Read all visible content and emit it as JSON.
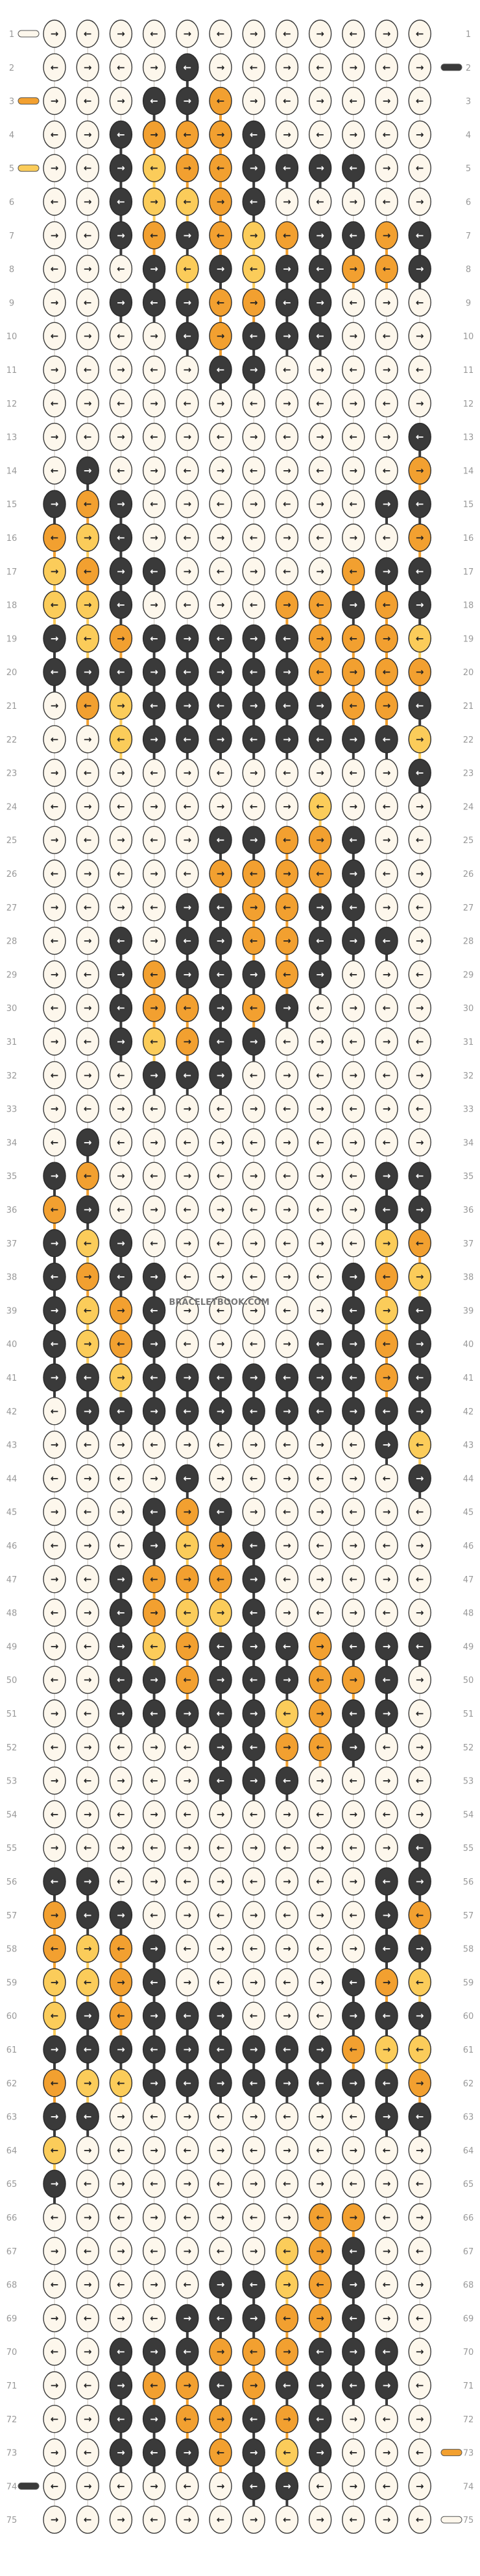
{
  "pattern": {
    "watermark": "BRACELETBOOK.COM",
    "row_count": 75,
    "knot_columns": 12,
    "colors": {
      "A": "#FDF7EC",
      "B": "#3A3A3A",
      "C": "#F2A030",
      "D": "#FBCC5A"
    },
    "strands_left": [
      "A",
      "A",
      "C",
      "A",
      "D",
      "A",
      "A",
      "A",
      "A",
      "A",
      "A",
      "A",
      "A",
      "A",
      "A",
      "A",
      "A",
      "A",
      "A",
      "A",
      "A",
      "A",
      "A",
      "A",
      "B"
    ],
    "strands_right": [
      "A",
      "B",
      "A",
      "A",
      "A",
      "A",
      "A",
      "A",
      "A",
      "A",
      "A",
      "A",
      "A",
      "A",
      "A",
      "A",
      "A",
      "A",
      "A",
      "A",
      "A",
      "A",
      "A",
      "A",
      "C"
    ],
    "row_labels": [
      "1",
      "2",
      "3",
      "4",
      "5",
      "6",
      "7",
      "8",
      "9",
      "10",
      "11",
      "12",
      "13",
      "14",
      "15",
      "16",
      "17",
      "18",
      "19",
      "20",
      "21",
      "22",
      "23",
      "24",
      "25",
      "26",
      "27",
      "28",
      "29",
      "30",
      "31",
      "32",
      "33",
      "34",
      "35",
      "36",
      "37",
      "38",
      "39",
      "40",
      "41",
      "42",
      "43",
      "44",
      "45",
      "46",
      "47",
      "48",
      "49",
      "50",
      "51",
      "52",
      "53",
      "54",
      "55",
      "56",
      "57",
      "58",
      "59",
      "60",
      "61",
      "62",
      "63",
      "64",
      "65",
      "66",
      "67",
      "68",
      "69",
      "70",
      "71",
      "72",
      "73",
      "74",
      "75"
    ],
    "rows": [
      "AAAAAAAAAAAA",
      "AAAABAAAAAAA",
      "AAABBCAAAAAA",
      "AABCCCBAAAAA",
      "AABDCCBBBBAA",
      "AABDDCBAAAAA",
      "AABCBCDCBBCB",
      "AAABDBDBBCCB",
      "AABBBCCBBAAA",
      "AAAABCBBBAAA",
      "AAAAABBAAAAA",
      "AAAAAAAAAAAA",
      "AAAAAAAAAAAB",
      "ABAAAAAAAAAC",
      "BCBAAAAAAABB",
      "CDBAAAAAAAAC",
      "DCBBAAAAACBB",
      "DDBAAAACCBCB",
      "BDCBBBBBCCCD",
      "BBBBBBBBCCCC",
      "ACDBBBBBBCCB",
      "AADBBBBBBBBD",
      "AAAAAAAAAAAB",
      "AAAAAAAADAAA",
      "AAAAABBCCBAA",
      "AAAAACCCCBAA",
      "AAAABBCCBBAA",
      "AABABBCCBBBA",
      "AABCBBBCBAAA",
      "AABCCBCBAAAA",
      "AABDCBBAAAAA",
      "AAABBBAAAAAA",
      "AAAAAAAAAAAA",
      "ABAAAAAAAAAA",
      "BCAAAAAAAABB",
      "CBAAAAAAAABB",
      "BDBAAAAAAADC",
      "BCBBAAAAABCD",
      "BDCBAAAAABDB",
      "BDCBAAAABBCB",
      "BBDBBBBBBBCB",
      "ABBBBBBBBBBB",
      "AAAAAAAAAABD",
      "AAAABAAAAAAB",
      "AAABCBAAAAAA",
      "AAABDCBAAAAA",
      "AABCCCBAAAAA",
      "AABCDDBAAAAA",
      "AABDCBBBCBBB",
      "AABBCBBBCCBA",
      "AABBBBBDCBBA",
      "AAAAABBCCBAA",
      "AAAAABBBAAAA",
      "AAAAAAAAAAAA",
      "AAAAAAAAAAAB",
      "BBAAAAAAAABB",
      "CBBAAAAAAABC",
      "CDCBAAAAAABB",
      "DDCBAAAAABCD",
      "DBCBBBAAABBB",
      "BBBBBBBBBCDD",
      "CDDBBBBBBBBC",
      "BBAAAAAAAABB",
      "DAAAAAAAAAAA",
      "BAAAAAAAAAAA",
      "AAAAAAAACCAA",
      "AAAAAAADCBAA",
      "AAAAABBDCBAA",
      "AAAABBBCCBAA",
      "AABBBCCCBBBA",
      "AABCCBCBBBBA",
      "AABBCCBCBAAA",
      "AABBBCBDBAAA",
      "AAAAAABBAAAA",
      "AAAAAAAAAAAA"
    ]
  }
}
